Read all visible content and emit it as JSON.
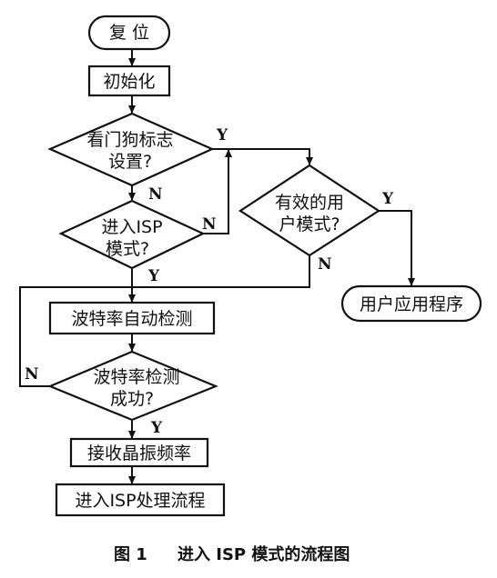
{
  "nodes": {
    "reset": "复 位",
    "init": "初始化",
    "watchdog": [
      "看门狗标志",
      "设置?"
    ],
    "isp_mode": [
      "进入ISP",
      "模式?"
    ],
    "valid_user_mode": [
      "有效的用",
      "户模式?"
    ],
    "user_app": "用户应用程序",
    "baud_detect": "波特率自动检测",
    "baud_success": [
      "波特率检测",
      "成功?"
    ],
    "recv_crystal": "接收晶振频率",
    "isp_process": "进入ISP处理流程"
  },
  "branch_labels": {
    "watchdog_yes": "Y",
    "watchdog_no": "N",
    "isp_no": "N",
    "isp_yes": "Y",
    "valid_yes": "Y",
    "valid_no": "N",
    "baud_no": "N",
    "baud_yes": "Y"
  },
  "caption": {
    "figure": "图 1",
    "title": "进入 ISP 模式的流程图"
  }
}
